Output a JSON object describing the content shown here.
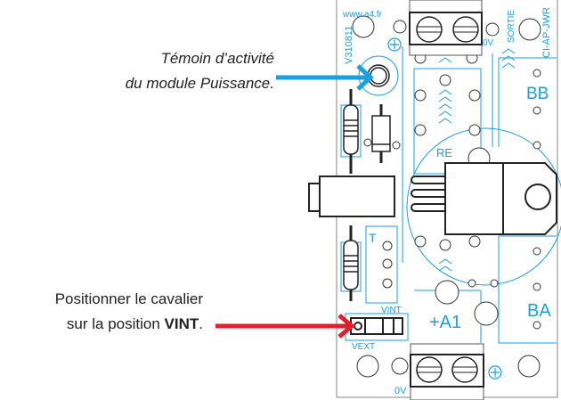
{
  "annotations": {
    "led_line1": "Témoin d’activité",
    "led_line2": "du module Puissance.",
    "jumper_line1": "Positionner le cavalier",
    "jumper_line2_prefix": "sur la position ",
    "jumper_line2_bold": "VINT",
    "jumper_line2_suffix": "."
  },
  "board": {
    "website": "www.a4.fr",
    "version": "V310811",
    "sortie": "SORTIE",
    "ref": "CI-AP-JWR",
    "top_0v": "0V",
    "bb": "BB",
    "re": "RE",
    "t": "T",
    "vint": "VINT",
    "vext": "VEXT",
    "a1": "+A1",
    "ba": "BA",
    "bottom_0v": "0V",
    "plus": "+"
  },
  "colors": {
    "silkscreen": "#1aa0e0",
    "led_arrow": "#1aa0e0",
    "jumper_arrow": "#e0202a",
    "outline": "#222222"
  }
}
